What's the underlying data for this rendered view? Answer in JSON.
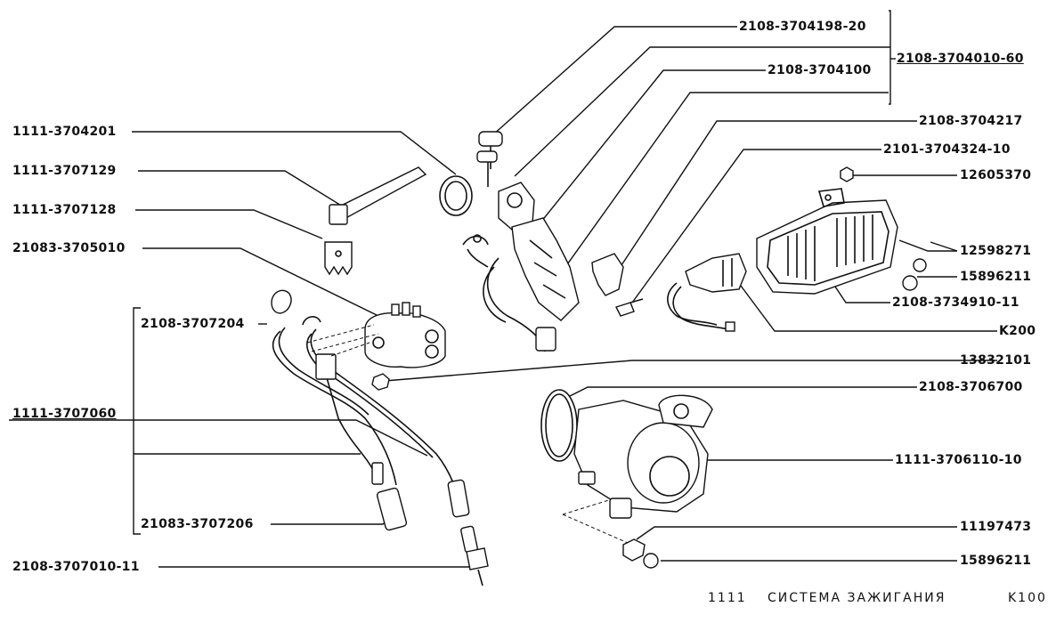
{
  "labels": {
    "l1111_3704201": "1111-3704201",
    "l1111_3707129": "1111-3707129",
    "l1111_3707128": "1111-3707128",
    "l21083_3705010": "21083-3705010",
    "l2108_3707204": "2108-3707204",
    "l1111_3707060": "1111-3707060",
    "l21083_3707206": "21083-3707206",
    "l2108_3707010_11": "2108-3707010-11",
    "l2108_3704198_20": "2108-3704198-20",
    "l2108_3704010_60": "2108-3704010-60",
    "l2108_3704100": "2108-3704100",
    "l2108_3704217": "2108-3704217",
    "l2101_3704324_10": "2101-3704324-10",
    "l12605370": "12605370",
    "l12598271": "12598271",
    "l15896211_a": "15896211",
    "l2108_3734910_11": "2108-3734910-11",
    "lK200": "K200",
    "l13832101": "13832101",
    "l2108_3706700": "2108-3706700",
    "l1111_3706110_10": "1111-3706110-10",
    "l11197473": "11197473",
    "l15896211_b": "15896211"
  },
  "footer": {
    "model": "1111",
    "title": "СИСТЕМА ЗАЖИГАНИЯ",
    "code": "K100"
  }
}
